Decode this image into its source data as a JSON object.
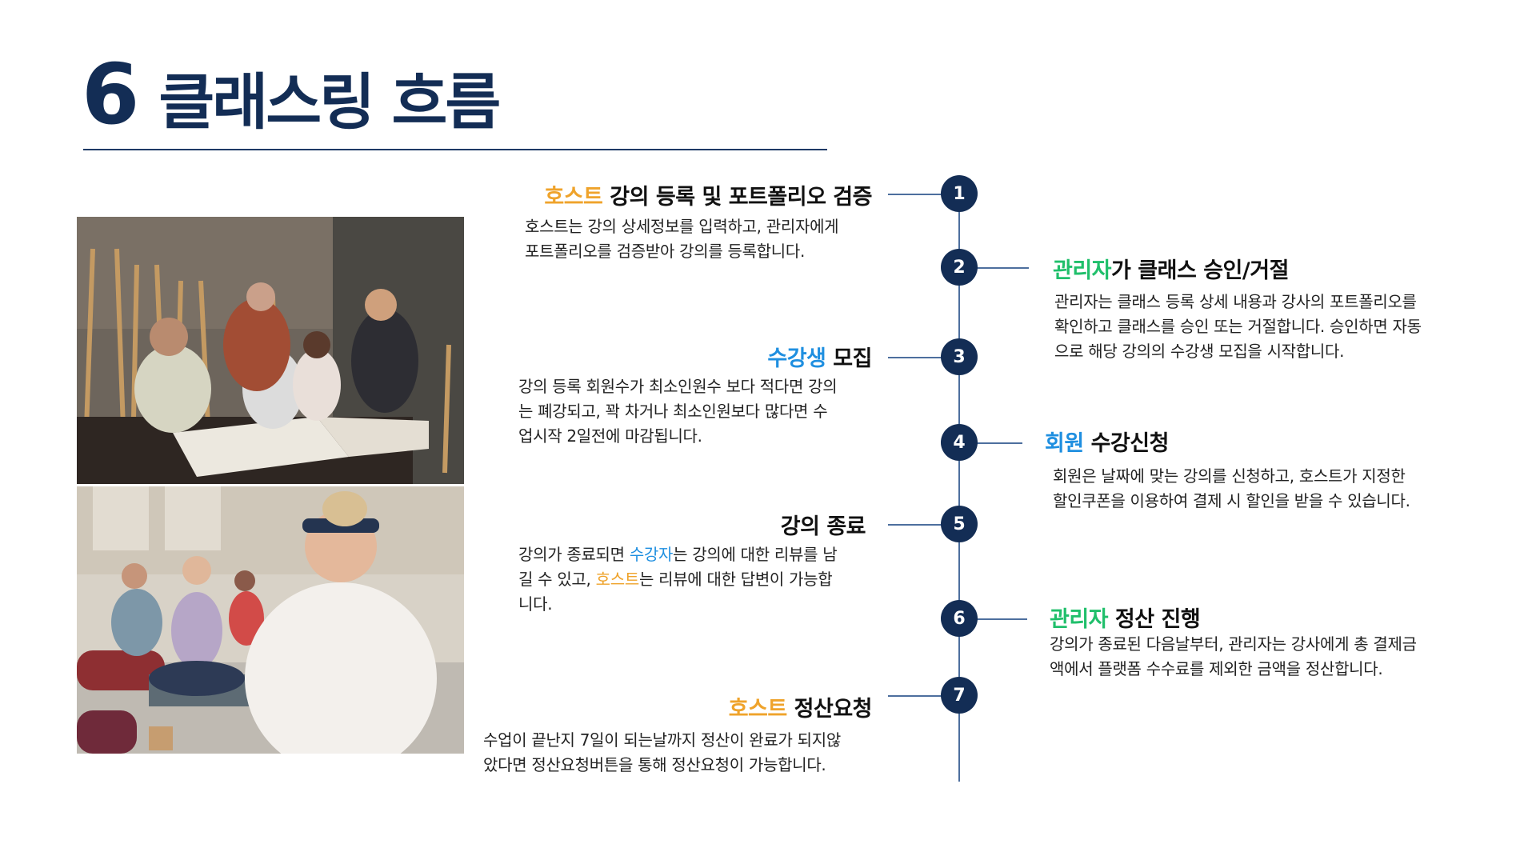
{
  "page": {
    "number": "6",
    "title": "클래스링 흐름"
  },
  "colors": {
    "navy": "#132d55",
    "orange": "#efa32b",
    "blue": "#1f8fe0",
    "green": "#20bf6b"
  },
  "steps": [
    {
      "num": "1",
      "title_highlight": "호스트",
      "title_rest": " 강의 등록 및 포트폴리오 검증",
      "highlight_color": "orange",
      "desc_lines": [
        "호스트는 강의 상세정보를 입력하고, 관리자에게",
        "포트폴리오를 검증받아 강의를 등록합니다."
      ]
    },
    {
      "num": "2",
      "title_highlight": "관리자",
      "title_rest": "가 클래스 승인/거절",
      "highlight_color": "green",
      "desc_lines": [
        "관리자는 클래스 등록 상세 내용과 강사의 포트폴리오를",
        "확인하고 클래스를 승인 또는 거절합니다. 승인하면 자동",
        "으로 해당 강의의 수강생 모집을 시작합니다."
      ]
    },
    {
      "num": "3",
      "title_highlight": "수강생",
      "title_rest": " 모집",
      "highlight_color": "blue",
      "desc_lines": [
        "강의 등록 회원수가 최소인원수 보다 적다면 강의",
        "는 폐강되고, 꽉 차거나 최소인원보다 많다면 수",
        "업시작 2일전에 마감됩니다."
      ]
    },
    {
      "num": "4",
      "title_highlight": "회원",
      "title_rest": " 수강신청",
      "highlight_color": "blue",
      "desc_lines": [
        "회원은 날짜에 맞는 강의를 신청하고, 호스트가 지정한",
        "할인쿠폰을 이용하여 결제 시 할인을 받을 수 있습니다."
      ]
    },
    {
      "num": "5",
      "title_highlight": "",
      "title_rest": "강의 종료",
      "highlight_color": "",
      "desc_parts": {
        "line1_a": "강의가 종료되면 ",
        "line1_hl": "수강자",
        "line1_b": "는 강의에 대한 리뷰를 남",
        "line2_a": "길 수 있고, ",
        "line2_hl": "호스트",
        "line2_b": "는 리뷰에 대한 답변이 가능합",
        "line3": "니다."
      }
    },
    {
      "num": "6",
      "title_highlight": "관리자",
      "title_rest": " 정산 진행",
      "highlight_color": "green",
      "desc_lines": [
        "강의가 종료된 다음날부터, 관리자는 강사에게 총 결제금",
        "액에서 플랫폼 수수료를 제외한 금액을 정산합니다."
      ]
    },
    {
      "num": "7",
      "title_highlight": "호스트",
      "title_rest": " 정산요청",
      "highlight_color": "orange",
      "desc_lines": [
        "수업이 끝난지 7일이 되는날까지 정산이 완료가 되지않",
        "았다면 정산요청버튼을 통해 정산요청이 가능합니다."
      ]
    }
  ]
}
